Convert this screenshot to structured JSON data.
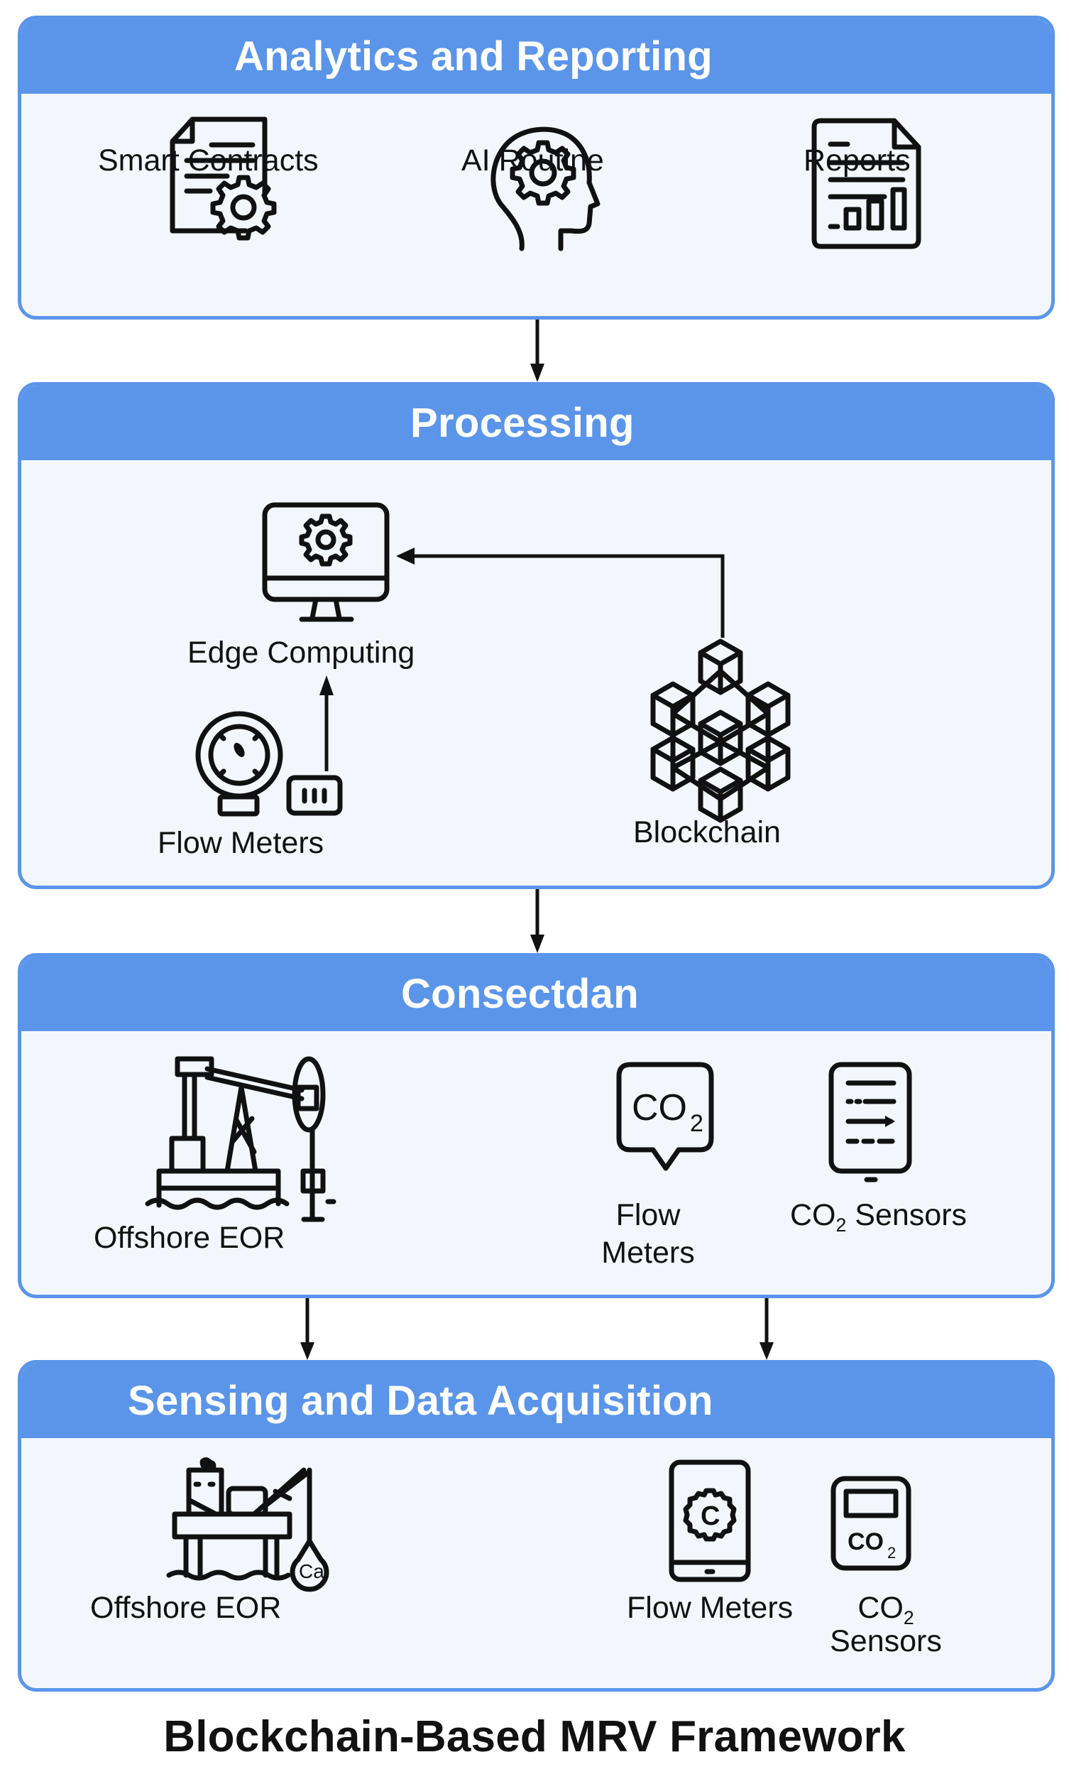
{
  "diagram": {
    "title": "Blockchain-Based MRV Framework",
    "accent_color": "#5b95ea",
    "panel_background": "#f3f7fd",
    "layers": [
      {
        "id": "analytics",
        "title": "Analytics and Reporting",
        "items": [
          {
            "label": "Smart Contracts",
            "icon": "document-gear-icon"
          },
          {
            "label": "AI Routine",
            "icon": "head-gear-icon"
          },
          {
            "label": "Reports",
            "icon": "report-chart-icon"
          }
        ]
      },
      {
        "id": "processing",
        "title": "Processing",
        "items": [
          {
            "label": "Edge Computing",
            "icon": "monitor-gear-icon"
          },
          {
            "label": "Flow Meters",
            "icon": "flow-meter-gauge-icon"
          },
          {
            "label": "Blockchain",
            "icon": "blockchain-cubes-icon"
          }
        ]
      },
      {
        "id": "consectdan",
        "title": "Consectdan",
        "items": [
          {
            "label": "Offshore EOR",
            "icon": "pump-jack-icon"
          },
          {
            "label_line1": "Flow",
            "label_line2": "Meters",
            "icon": "co2-bubble-icon",
            "icon_text": "CO",
            "icon_sub": "2"
          },
          {
            "label_prefix": "CO",
            "label_sub": "2",
            "label_suffix": " Sensors",
            "icon": "sensor-panel-icon"
          }
        ]
      },
      {
        "id": "sensing",
        "title": "Sensing and Data Acquisition",
        "items": [
          {
            "label": "Offshore EOR",
            "icon": "offshore-rig-icon",
            "icon_text": "Ca"
          },
          {
            "label": "Flow Meters",
            "icon": "tablet-gear-icon",
            "icon_text": "C"
          },
          {
            "label_prefix": "CO",
            "label_sub": "2",
            "label_line2": "Sensors",
            "icon": "co2-meter-icon",
            "icon_text": "CO",
            "icon_sub": "2"
          }
        ]
      }
    ],
    "connections": [
      {
        "from": "analytics",
        "to": "processing"
      },
      {
        "from": "blockchain",
        "to": "edge-computing"
      },
      {
        "from": "flow-meters",
        "to": "edge-computing"
      },
      {
        "from": "processing",
        "to": "consectdan"
      },
      {
        "from": "consectdan",
        "to": "sensing",
        "count": 2
      }
    ]
  }
}
